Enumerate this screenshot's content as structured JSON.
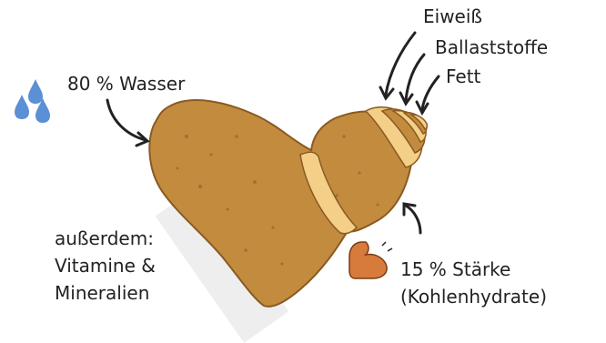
{
  "labels": {
    "protein": "Eiweiß",
    "fiber": "Ballaststoffe",
    "fat": "Fett",
    "water": "80 % Wasser",
    "starch_line1": "15 % Stärke",
    "starch_line2": "(Kohlenhydrate)",
    "extra_line1": "außerdem:",
    "extra_line2": "Vitamine &",
    "extra_line3": "Mineralien"
  },
  "icons": {
    "water": "water-drops-icon",
    "starch": "flexed-bicep-icon"
  },
  "colors": {
    "potato_skin": "#c28b3e",
    "potato_flesh": "#f3cf87",
    "drops": "#5b8fd6",
    "arm": "#d77b3c",
    "text": "#222222"
  }
}
